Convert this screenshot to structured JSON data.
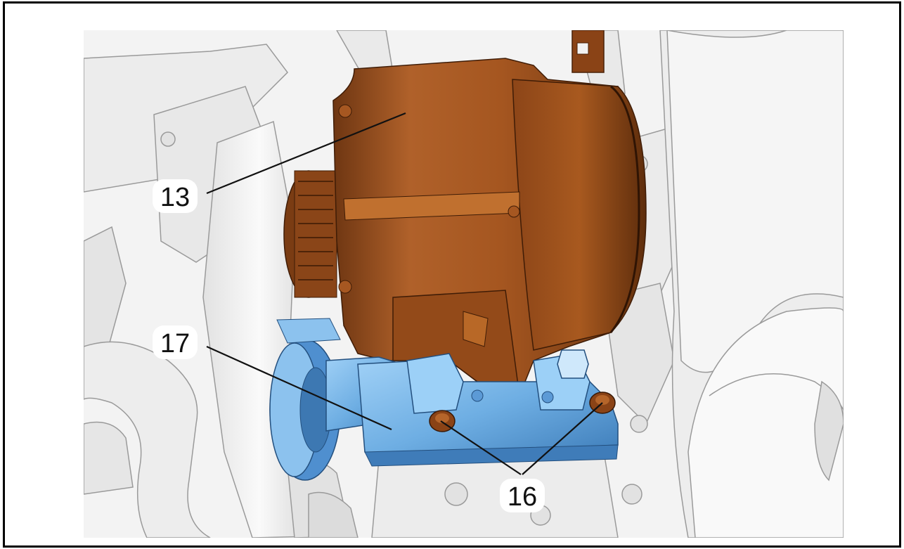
{
  "callouts": {
    "alternator": "13",
    "tensioner_bracket": "17",
    "bolts": "16"
  },
  "colors": {
    "alternator": "#a0531b",
    "bracket": "#7fb8e8",
    "background_engine": "#eeeeee",
    "frame": "#000000"
  }
}
